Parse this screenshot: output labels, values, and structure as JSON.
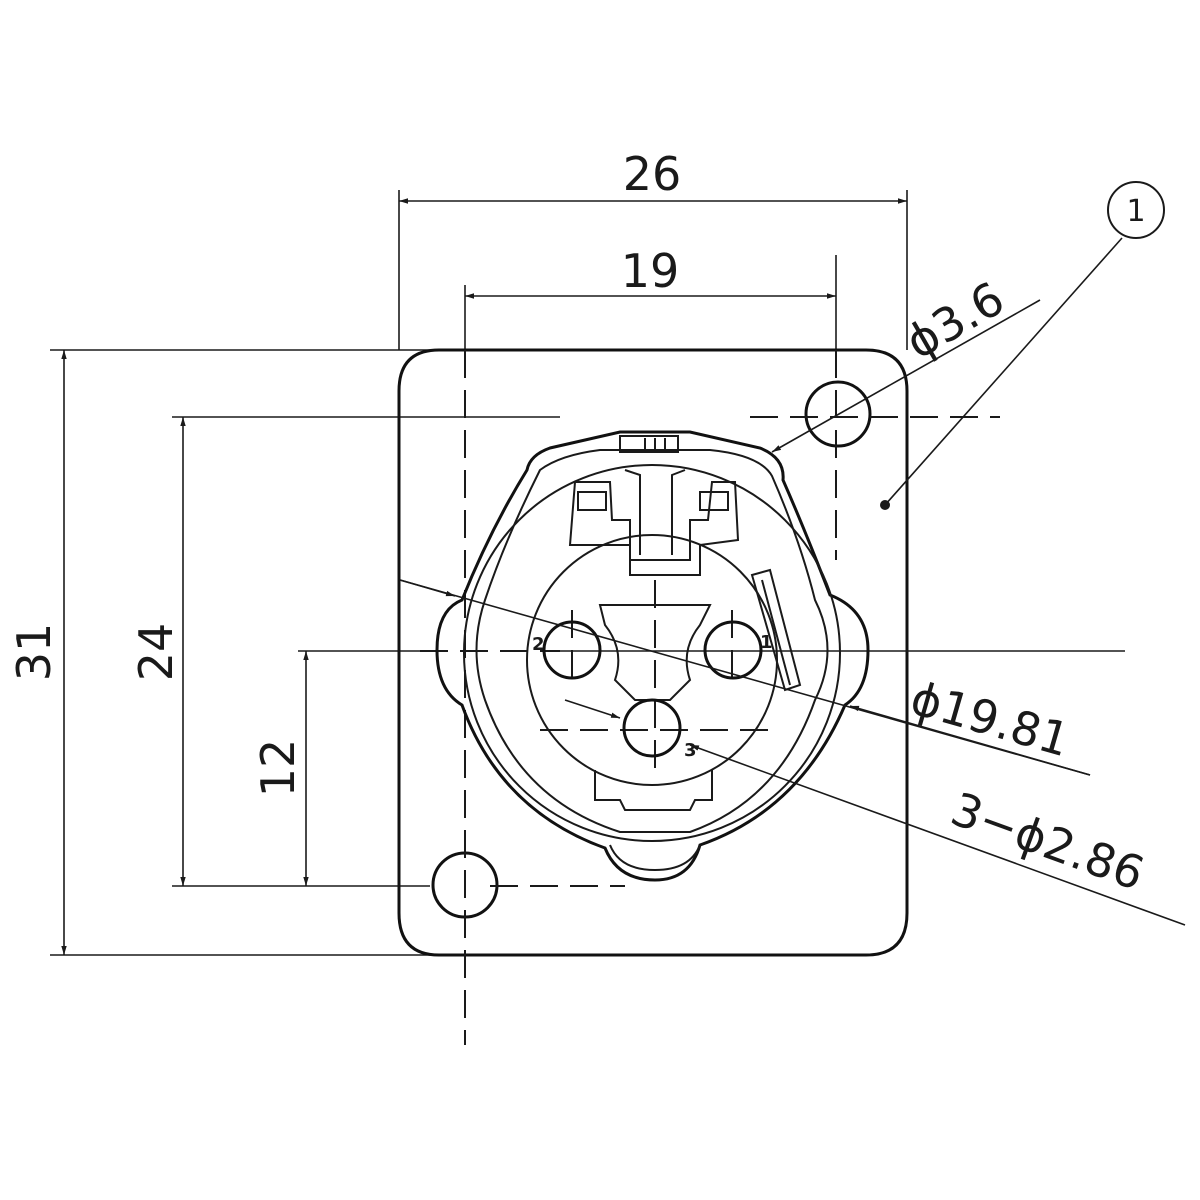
{
  "dimensions": {
    "width_overall": "26",
    "hole_spacing_x": "19",
    "height_overall": "31",
    "hole_spacing_y": "24",
    "center_height": "12",
    "mount_hole_dia": "ϕ3.6",
    "body_dia": "ϕ19.81",
    "pin_holes": "3−ϕ2.86"
  },
  "callout": "1",
  "pins": {
    "pin1": "1",
    "pin2": "2",
    "pin3": "3"
  }
}
